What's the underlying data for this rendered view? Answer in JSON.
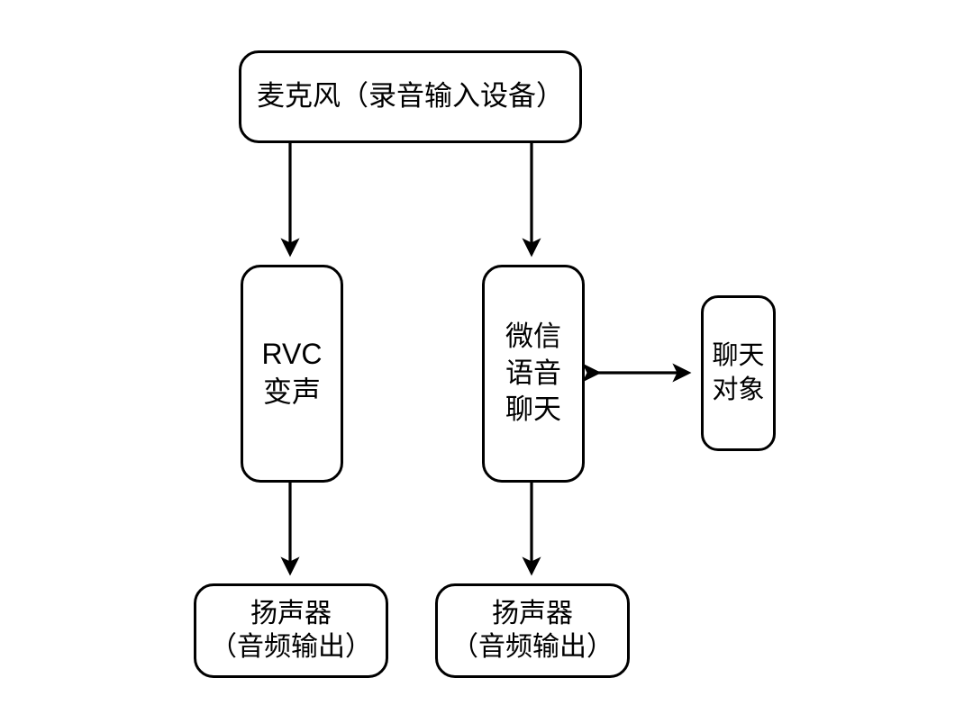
{
  "diagram": {
    "background_color": "#ffffff",
    "stroke_color": "#000000",
    "text_color": "#000000",
    "nodes": {
      "microphone": {
        "label": "麦克风（录音输入设备）"
      },
      "rvc": {
        "label": "RVC\n变声"
      },
      "wechat": {
        "label": "微信\n语音\n聊天"
      },
      "chat_partner": {
        "label": "聊天\n对象"
      },
      "speaker_rvc": {
        "label": "扬声器\n（音频输出）"
      },
      "speaker_wechat": {
        "label": "扬声器\n（音频输出）"
      }
    },
    "edges": [
      {
        "name": "microphone-to-rvc",
        "from": "microphone",
        "to": "rvc",
        "direction": "one-way",
        "label": ""
      },
      {
        "name": "microphone-to-wechat",
        "from": "microphone",
        "to": "wechat",
        "direction": "one-way",
        "label": ""
      },
      {
        "name": "rvc-to-speaker",
        "from": "rvc",
        "to": "speaker_rvc",
        "direction": "one-way",
        "label": ""
      },
      {
        "name": "wechat-to-speaker",
        "from": "wechat",
        "to": "speaker_wechat",
        "direction": "one-way",
        "label": ""
      },
      {
        "name": "wechat-to-chat-partner",
        "from": "wechat",
        "to": "chat_partner",
        "direction": "two-way",
        "label": ""
      }
    ]
  }
}
